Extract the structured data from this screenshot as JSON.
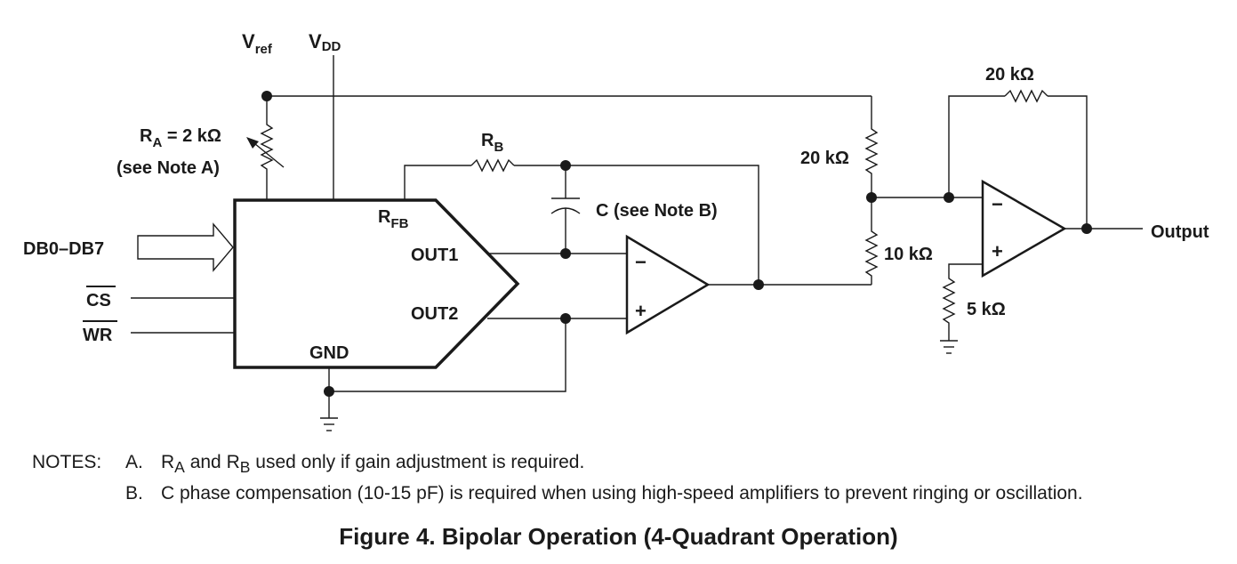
{
  "labels": {
    "vref_main": "V",
    "vref_sub": "ref",
    "vdd_main": "V",
    "vdd_sub": "DD",
    "ra_main": "R",
    "ra_sub": "A",
    "ra_value": " = 2 kΩ",
    "ra_note": "(see Note A)",
    "rb_main": "R",
    "rb_sub": "B",
    "rfb_main": "R",
    "rfb_sub": "FB",
    "c_label": "C (see Note B)",
    "out1": "OUT1",
    "out2": "OUT2",
    "gnd": "GND",
    "db_input": "DB0–DB7",
    "cs": "CS",
    "wr": "WR",
    "r_20k_top": "20 kΩ",
    "r_20k_feedback": "20 kΩ",
    "r_10k": "10 kΩ",
    "r_5k": "5 kΩ",
    "output": "Output",
    "minus": "−",
    "plus": "+"
  },
  "notes": {
    "heading": "NOTES:",
    "a_letter": "A.",
    "a_r1": "R",
    "a_r1_sub": "A",
    "a_and": " and ",
    "a_r2": "R",
    "a_r2_sub": "B",
    "a_rest": " used only if gain adjustment is required.",
    "b_letter": "B.",
    "b_text": "C phase compensation (10-15 pF) is required when using high-speed amplifiers to prevent ringing or oscillation."
  },
  "caption": "Figure 4. Bipolar Operation (4-Quadrant Operation)",
  "colors": {
    "ink": "#1a1a1a",
    "background": "#ffffff"
  }
}
